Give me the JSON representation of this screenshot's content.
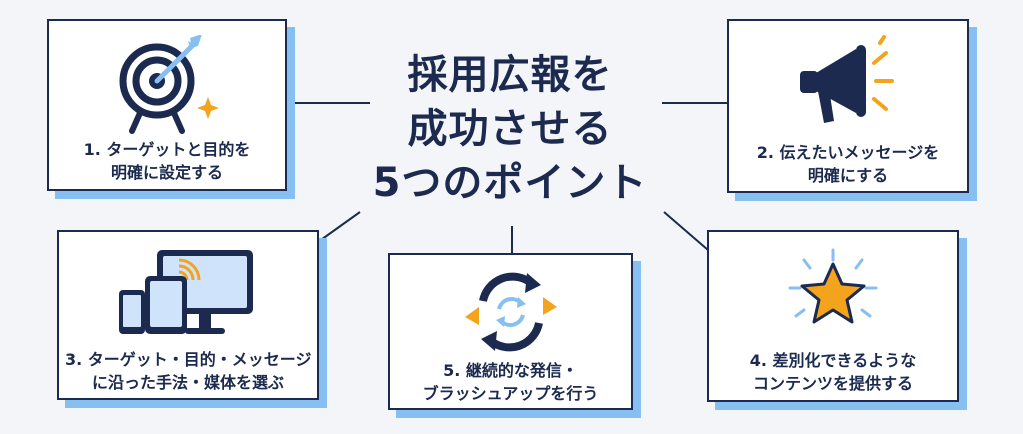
{
  "title": {
    "line1": "採用広報を",
    "line2": "成功させる",
    "line3": "5つのポイント"
  },
  "points": [
    {
      "line1": "1. ターゲットと目的を",
      "line2": "明確に設定する",
      "icon": "target-icon"
    },
    {
      "line1": "2. 伝えたいメッセージを",
      "line2": "明確にする",
      "icon": "megaphone-icon"
    },
    {
      "line1": "3. ターゲット・目的・メッセージ",
      "line2": "に沿った手法・媒体を選ぶ",
      "icon": "devices-icon"
    },
    {
      "line1": "4. 差別化できるような",
      "line2": "コンテンツを提供する",
      "icon": "star-icon"
    },
    {
      "line1": "5. 継続的な発信・",
      "line2": "ブラッシュアップを行う",
      "icon": "refresh-cycle-icon"
    }
  ],
  "colors": {
    "navy": "#1b2a4e",
    "shadow_blue": "#87bff0",
    "light_blue": "#cfe4fb",
    "accent_orange": "#f4a41c",
    "background": "#f3f5f8"
  }
}
